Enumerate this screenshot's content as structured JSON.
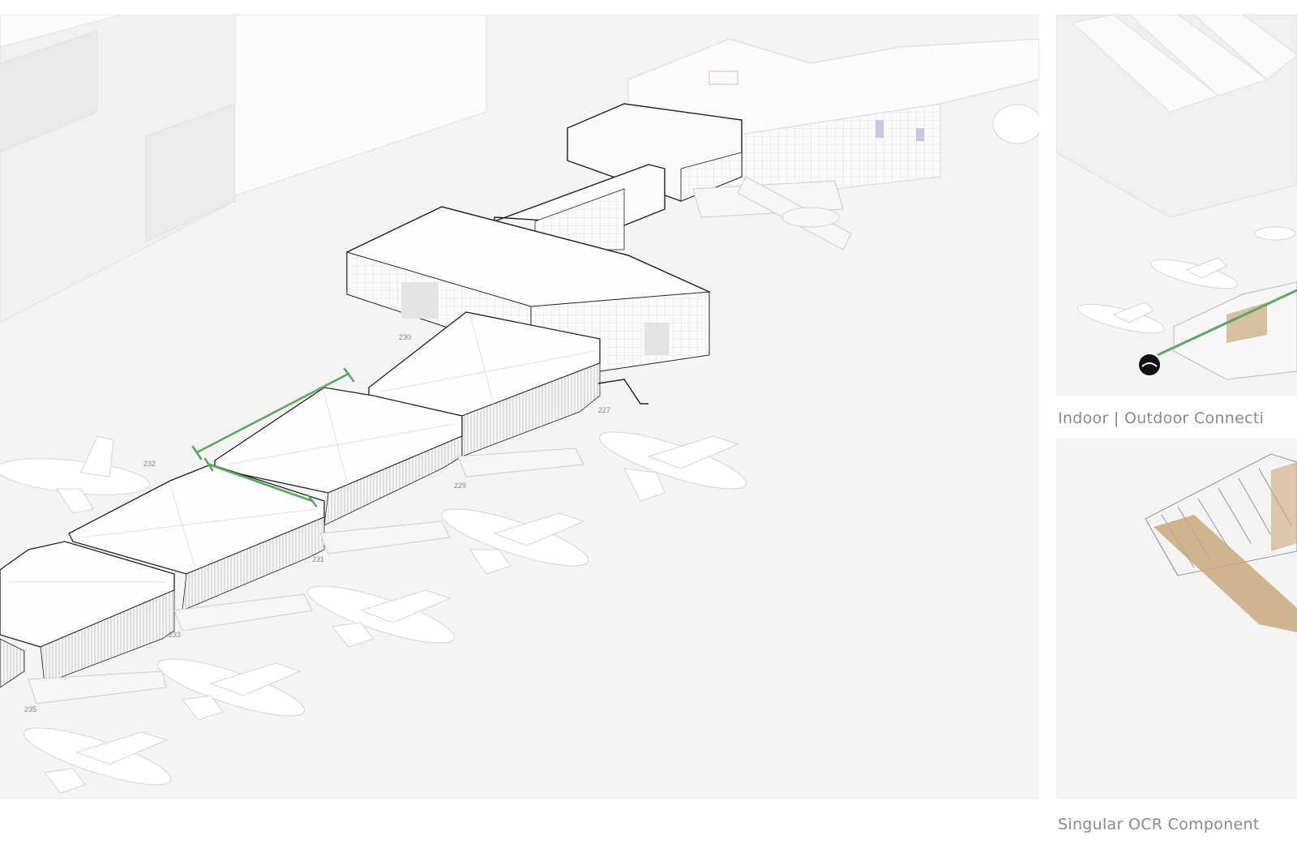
{
  "captions": {
    "indoor_outdoor": "Indoor | Outdoor Connecti",
    "singular_ocr": "Singular OCR Component"
  },
  "gates": [
    "230",
    "227",
    "232",
    "229",
    "231",
    "233",
    "235"
  ],
  "colors": {
    "background": "#f4f4f4",
    "connection_line": "#5aa95f",
    "timber_accent": "#c9a77c",
    "caption_text": "#8a8a8a"
  }
}
